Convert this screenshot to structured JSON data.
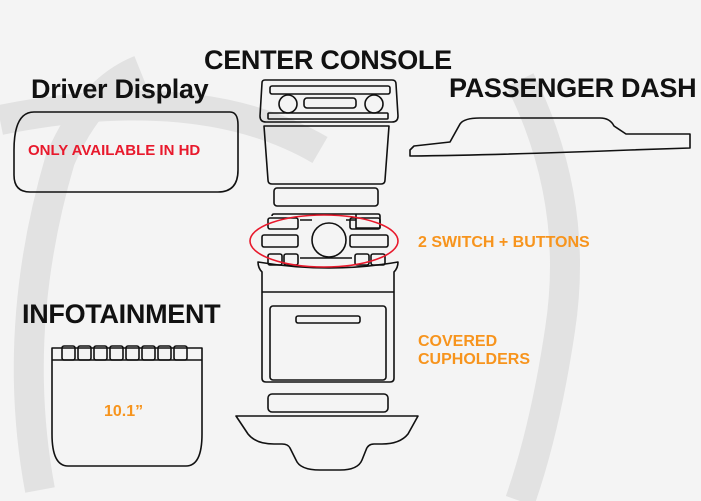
{
  "labels": {
    "center_console": "CENTER CONSOLE",
    "driver_display": "Driver Display",
    "passenger_dash": "PASSENGER DASH",
    "driver_display_note": "ONLY AVAILABLE IN HD",
    "switch_callout": "2 SWITCH + BUTTONS",
    "infotainment": "INFOTAINMENT",
    "covered_cupholders": [
      "COVERED",
      "CUPHOLDERS"
    ],
    "infotainment_size": "10.1”"
  },
  "colors": {
    "title_text": "#111111",
    "callout_orange": "#f7941d",
    "note_red": "#e8192c",
    "outline": "#111111",
    "background": "#f4f4f4",
    "watermark": "#e2e2e2"
  }
}
